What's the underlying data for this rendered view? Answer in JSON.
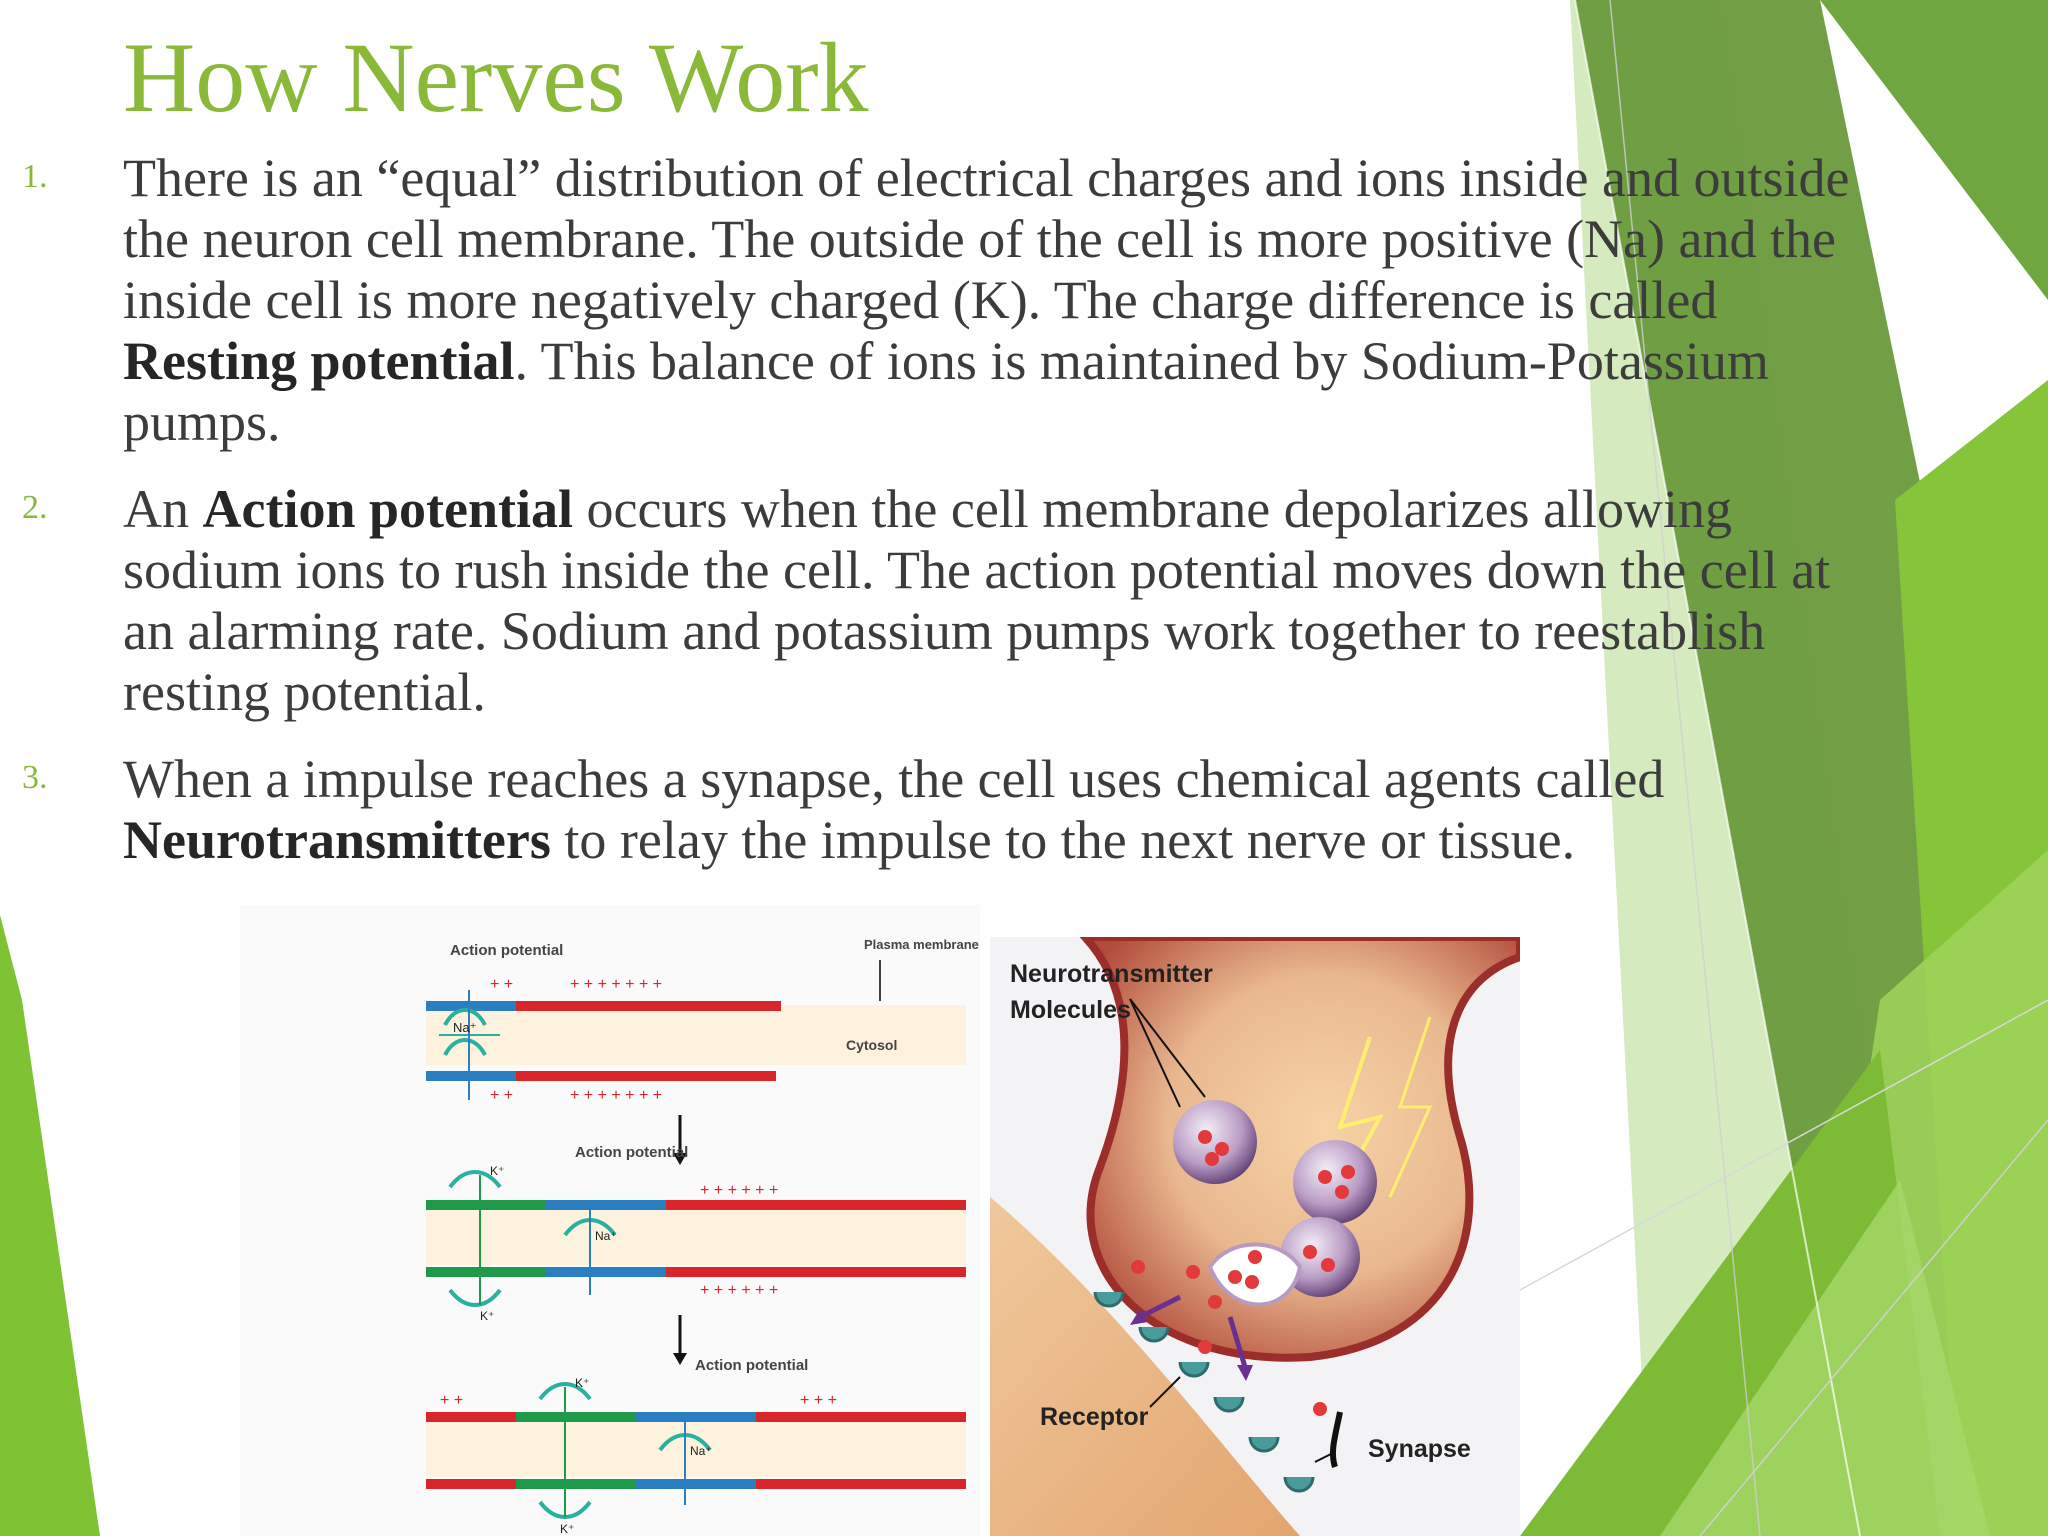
{
  "slide": {
    "title": "How Nerves Work",
    "points": [
      {
        "number": "1.",
        "parts": [
          "There is an “equal” distribution of electrical charges and ions inside and outside the neuron cell membrane. The outside of the cell is more positive (Na) and the inside cell is more negatively charged (K). The charge difference is called ",
          "Resting potential",
          ". This balance of ions is maintained by Sodium-Potassium pumps."
        ]
      },
      {
        "number": "2.",
        "parts": [
          "An ",
          "Action potential",
          " occurs when the cell membrane depolarizes allowing sodium ions to rush inside the cell. The action potential moves down the cell at an alarming rate. Sodium and potassium pumps work together to reestablish resting potential."
        ]
      },
      {
        "number": "3.",
        "parts": [
          "When a impulse reaches a synapse, the cell uses chemical agents called ",
          "Neurotransmitters",
          " to relay the impulse to the next nerve or tissue."
        ]
      }
    ]
  },
  "figure_left": {
    "action_potential_1": "Action potential",
    "plasma_membrane": "Plasma membrane",
    "cytosol": "Cytosol",
    "action_potential_2": "Action potential",
    "action_potential_3": "Action potential",
    "na_ion": "Na⁺",
    "k_ion": "K⁺"
  },
  "figure_right": {
    "neurotransmitter": "Neurotransmitter Molecules",
    "receptor": "Receptor",
    "synapse": "Synapse"
  },
  "colors": {
    "title": "#8ab93a",
    "body_text": "#3c3c3c",
    "accent_green": "#7ab33a",
    "accent_dark_green": "#5f8f36",
    "membrane_red": "#d9262b",
    "membrane_blue": "#2b7fc1",
    "membrane_green": "#1f9a4a",
    "cytosol": "#fdf2dd",
    "ion_arrow": "#2ab0a0"
  }
}
